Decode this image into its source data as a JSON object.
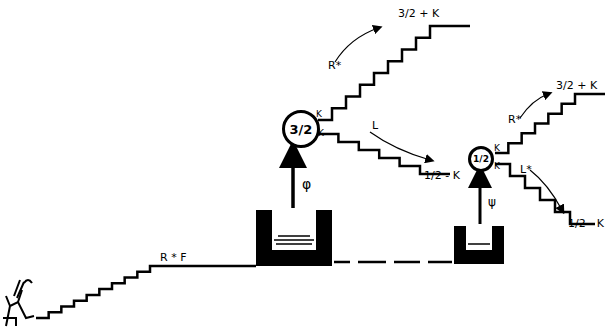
{
  "diagram": {
    "nodes": [
      {
        "text": [
          "3/2"
        ]
      },
      {
        "text": [
          "1/2"
        ]
      }
    ],
    "labels": [
      "R * F",
      "φ",
      "R*",
      "3/2 + K",
      "K",
      "K",
      "L",
      "1/2 - K",
      "ψ",
      "R*",
      "3/2 + K",
      "K",
      "K",
      "L*",
      "1/2 - K"
    ]
  }
}
